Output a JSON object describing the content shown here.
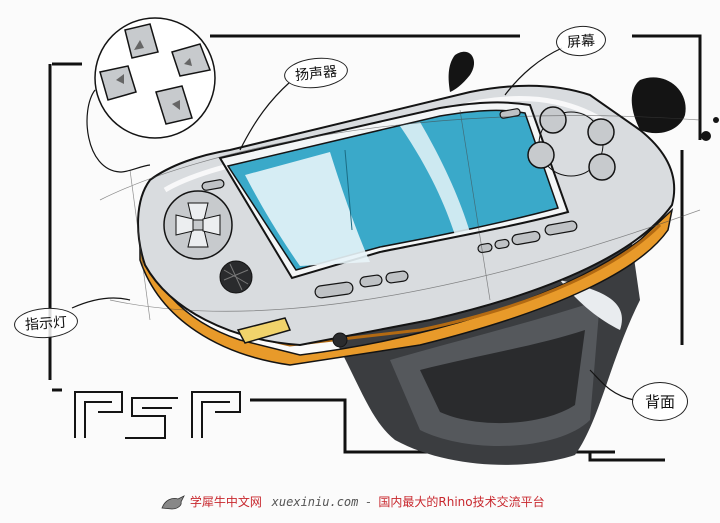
{
  "labels": {
    "speaker": "扬声器",
    "screen": "屏幕",
    "indicator": "指示灯",
    "back": "背面"
  },
  "footer": {
    "brand": "学犀牛中文网",
    "site": "xuexiniu.com",
    "separator": "-",
    "slogan": "国内最大的Rhino技术交流平台"
  },
  "colors": {
    "screen_blue": "#3aa9c9",
    "body_orange": "#e89a2a",
    "body_grey": "#cfd2d5",
    "shadow_dark": "#3b3d40",
    "ink": "#141414",
    "footer_red": "#c8282e"
  },
  "icons": {
    "dpad": "dpad-icon",
    "action_buttons": "action-buttons-icon",
    "analog_stick": "analog-stick-icon",
    "logo": "rhino-logo-icon"
  }
}
